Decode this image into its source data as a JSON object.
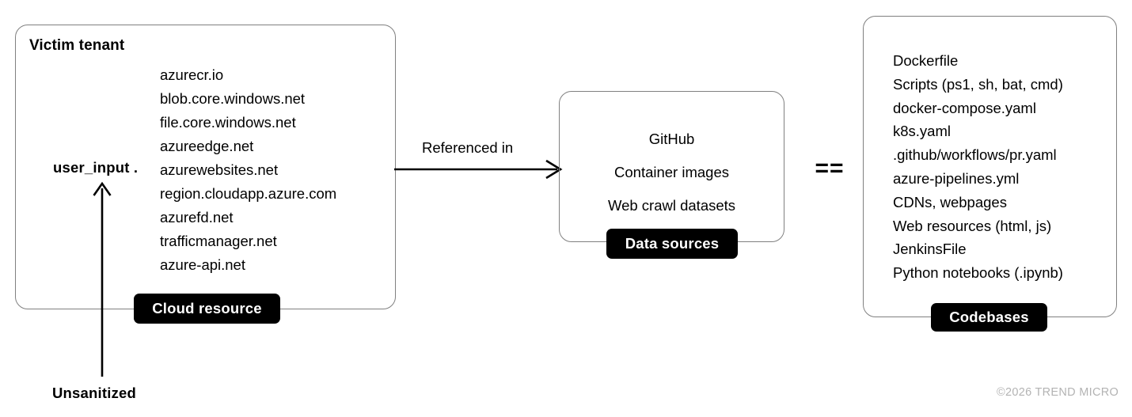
{
  "diagram": {
    "copyright": "©2026 TREND MICRO",
    "equals_symbol": "==",
    "colors": {
      "panel_border": "#808080",
      "badge_background": "#000000",
      "badge_text": "#ffffff",
      "text": "#000000",
      "copyright_text": "#b3b3b3"
    },
    "victim_panel": {
      "title": "Victim tenant",
      "badge": "Cloud resource",
      "user_input_label": "user_input .",
      "domains": [
        "azurecr.io",
        "blob.core.windows.net",
        "file.core.windows.net",
        "azureedge.net",
        "azurewebsites.net",
        "region.cloudapp.azure.com",
        "azurefd.net",
        "trafficmanager.net",
        "azure-api.net"
      ]
    },
    "unsanitized": {
      "label": "Unsanitized"
    },
    "referenced_arrow": {
      "label": "Referenced in"
    },
    "sources_panel": {
      "badge": "Data sources",
      "items": [
        "GitHub",
        "Container images",
        "Web crawl datasets"
      ]
    },
    "codebases_panel": {
      "badge": "Codebases",
      "items": [
        "Dockerfile",
        "Scripts (ps1, sh, bat, cmd)",
        "docker-compose.yaml",
        "k8s.yaml",
        ".github/workflows/pr.yaml",
        "azure-pipelines.yml",
        "CDNs, webpages",
        "Web resources (html, js)",
        "JenkinsFile",
        "Python notebooks (.ipynb)"
      ]
    }
  }
}
